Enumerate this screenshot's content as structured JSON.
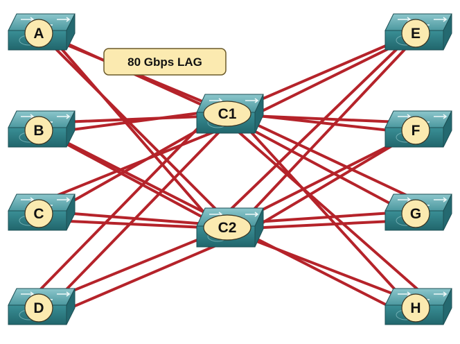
{
  "colors": {
    "link": "#b5232a",
    "switch_top": "#5fa8ae",
    "switch_front": "#2f7f86",
    "switch_side": "#246970",
    "label_fill": "#fbeab0",
    "callout_fill": "#fbeab0"
  },
  "callout": {
    "text": "80 Gbps LAG"
  },
  "switches": [
    {
      "id": "A",
      "label": "A",
      "role": "access"
    },
    {
      "id": "B",
      "label": "B",
      "role": "access"
    },
    {
      "id": "C",
      "label": "C",
      "role": "access"
    },
    {
      "id": "D",
      "label": "D",
      "role": "access"
    },
    {
      "id": "E",
      "label": "E",
      "role": "access"
    },
    {
      "id": "F",
      "label": "F",
      "role": "access"
    },
    {
      "id": "G",
      "label": "G",
      "role": "access"
    },
    {
      "id": "H",
      "label": "H",
      "role": "access"
    },
    {
      "id": "C1",
      "label": "C1",
      "role": "core"
    },
    {
      "id": "C2",
      "label": "C2",
      "role": "core"
    }
  ],
  "links": [
    [
      "A",
      "C1"
    ],
    [
      "A",
      "C2"
    ],
    [
      "A",
      "C1"
    ],
    [
      "A",
      "C2"
    ],
    [
      "B",
      "C1"
    ],
    [
      "B",
      "C2"
    ],
    [
      "B",
      "C1"
    ],
    [
      "B",
      "C2"
    ],
    [
      "C",
      "C1"
    ],
    [
      "C",
      "C2"
    ],
    [
      "C",
      "C1"
    ],
    [
      "C",
      "C2"
    ],
    [
      "D",
      "C1"
    ],
    [
      "D",
      "C2"
    ],
    [
      "D",
      "C1"
    ],
    [
      "D",
      "C2"
    ],
    [
      "E",
      "C1"
    ],
    [
      "E",
      "C2"
    ],
    [
      "E",
      "C1"
    ],
    [
      "E",
      "C2"
    ],
    [
      "F",
      "C1"
    ],
    [
      "F",
      "C2"
    ],
    [
      "F",
      "C1"
    ],
    [
      "F",
      "C2"
    ],
    [
      "G",
      "C1"
    ],
    [
      "G",
      "C2"
    ],
    [
      "G",
      "C1"
    ],
    [
      "G",
      "C2"
    ],
    [
      "H",
      "C1"
    ],
    [
      "H",
      "C2"
    ],
    [
      "H",
      "C1"
    ],
    [
      "H",
      "C2"
    ]
  ]
}
